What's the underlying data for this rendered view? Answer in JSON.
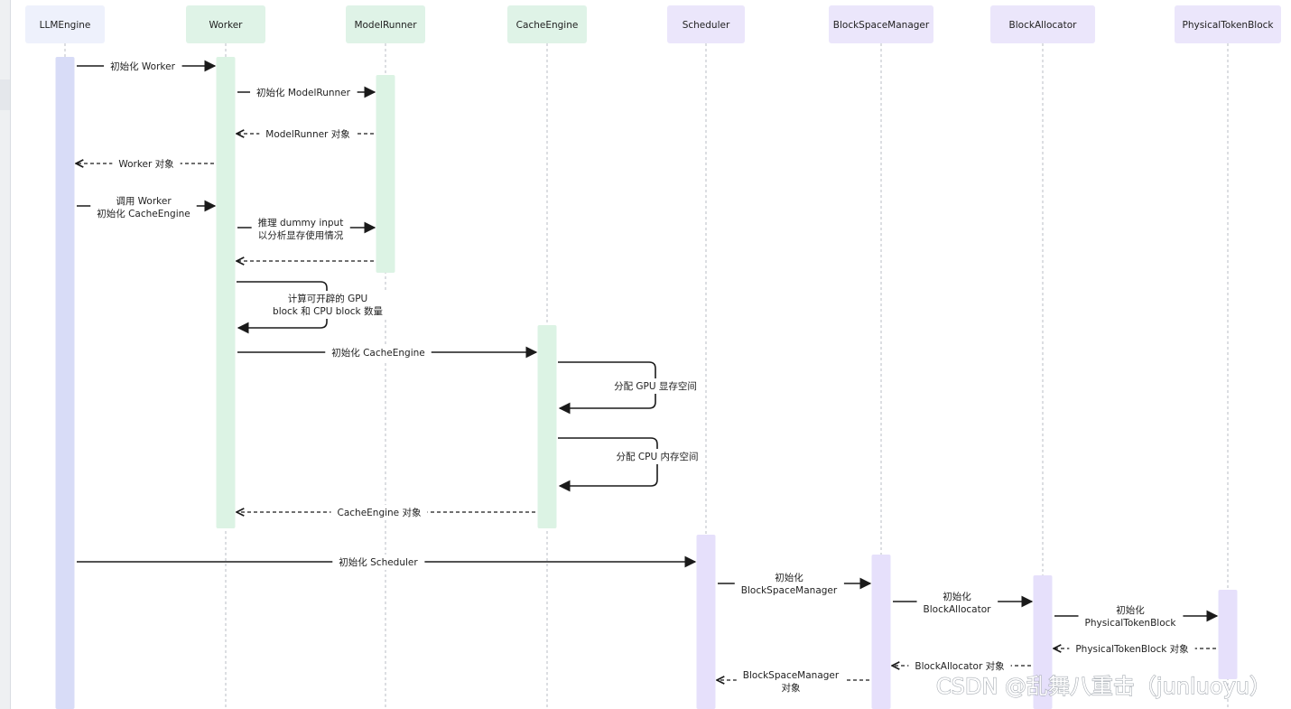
{
  "participants": [
    {
      "id": "llm",
      "label": "LLMEngine",
      "kind": "blue"
    },
    {
      "id": "worker",
      "label": "Worker",
      "kind": "green"
    },
    {
      "id": "runner",
      "label": "ModelRunner",
      "kind": "green"
    },
    {
      "id": "cache",
      "label": "CacheEngine",
      "kind": "green"
    },
    {
      "id": "sched",
      "label": "Scheduler",
      "kind": "purple"
    },
    {
      "id": "bsm",
      "label": "BlockSpaceManager",
      "kind": "purple"
    },
    {
      "id": "alloc",
      "label": "BlockAllocator",
      "kind": "purple"
    },
    {
      "id": "ptb",
      "label": "PhysicalTokenBlock",
      "kind": "purple"
    }
  ],
  "messages": [
    {
      "from": "llm",
      "to": "worker",
      "type": "call",
      "lines": [
        "初始化 Worker"
      ]
    },
    {
      "from": "worker",
      "to": "runner",
      "type": "call",
      "lines": [
        "初始化 ModelRunner"
      ]
    },
    {
      "from": "runner",
      "to": "worker",
      "type": "return",
      "lines": [
        "ModelRunner 对象"
      ]
    },
    {
      "from": "worker",
      "to": "llm",
      "type": "return",
      "lines": [
        "Worker 对象"
      ]
    },
    {
      "from": "llm",
      "to": "worker",
      "type": "call",
      "lines": [
        "调用 Worker",
        "初始化 CacheEngine"
      ]
    },
    {
      "from": "worker",
      "to": "runner",
      "type": "call",
      "lines": [
        "推理 dummy input",
        "以分析显存使用情况"
      ]
    },
    {
      "from": "runner",
      "to": "worker",
      "type": "return",
      "lines": []
    },
    {
      "from": "worker",
      "to": "worker",
      "type": "self",
      "lines": [
        "计算可开辟的 GPU",
        "block 和 CPU block 数量"
      ]
    },
    {
      "from": "worker",
      "to": "cache",
      "type": "call",
      "lines": [
        "初始化 CacheEngine"
      ]
    },
    {
      "from": "cache",
      "to": "cache",
      "type": "self",
      "lines": [
        "分配 GPU 显存空间"
      ]
    },
    {
      "from": "cache",
      "to": "cache",
      "type": "self",
      "lines": [
        "分配 CPU 内存空间"
      ]
    },
    {
      "from": "cache",
      "to": "worker",
      "type": "return",
      "lines": [
        "CacheEngine 对象"
      ]
    },
    {
      "from": "llm",
      "to": "sched",
      "type": "call",
      "lines": [
        "初始化 Scheduler"
      ]
    },
    {
      "from": "sched",
      "to": "bsm",
      "type": "call",
      "lines": [
        "初始化",
        "BlockSpaceManager"
      ]
    },
    {
      "from": "bsm",
      "to": "alloc",
      "type": "call",
      "lines": [
        "初始化",
        "BlockAllocator"
      ]
    },
    {
      "from": "alloc",
      "to": "ptb",
      "type": "call",
      "lines": [
        "初始化",
        "PhysicalTokenBlock"
      ]
    },
    {
      "from": "ptb",
      "to": "alloc",
      "type": "return",
      "lines": [
        "PhysicalTokenBlock 对象"
      ]
    },
    {
      "from": "alloc",
      "to": "bsm",
      "type": "return",
      "lines": [
        "BlockAllocator 对象"
      ]
    },
    {
      "from": "bsm",
      "to": "sched",
      "type": "return",
      "lines": [
        "BlockSpaceManager",
        "对象"
      ]
    }
  ],
  "watermark": "CSDN @乱舞八重击（junluoyu）",
  "colors": {
    "blue_head": "#eef1fc",
    "blue_bar": "#d8dcf7",
    "green_head": "#dff3e7",
    "green_bar": "#dcf3e4",
    "purple_head": "#ebe6fb",
    "purple_bar": "#e6e0fb",
    "lifeline": "#b8bcc4",
    "arrow": "#1a1a1a"
  }
}
